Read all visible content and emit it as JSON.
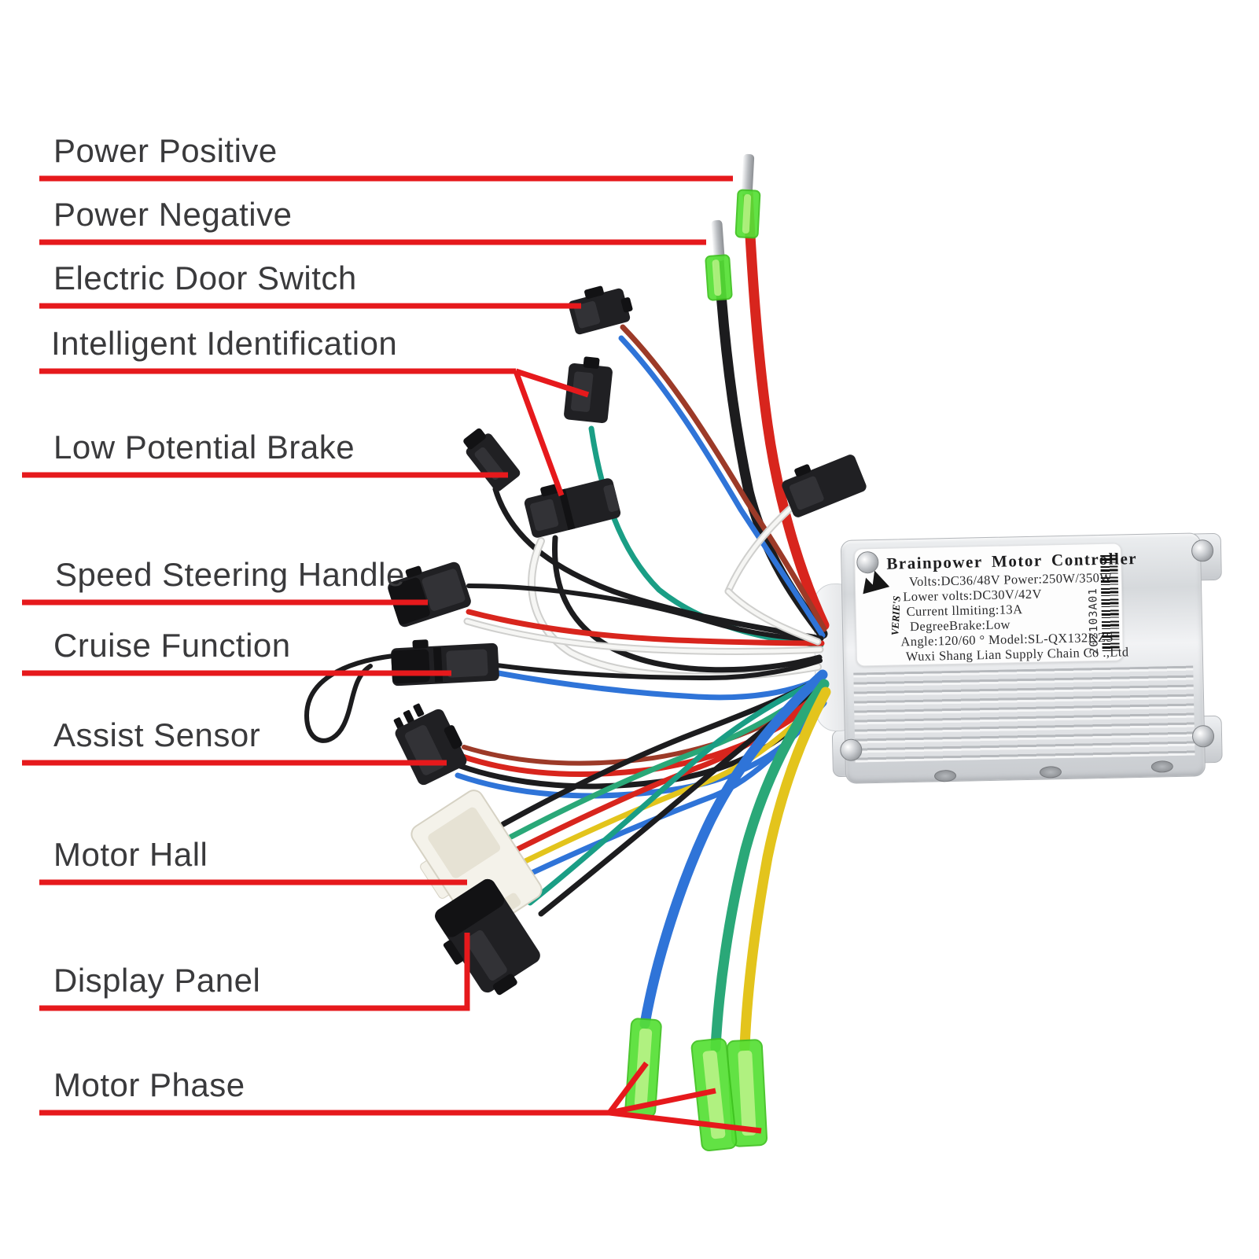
{
  "palette": {
    "accent_red": "#e6191c",
    "label_text": "#3a3a3c",
    "wire_red": "#d8251d",
    "wire_maroon": "#9c3a28",
    "wire_black": "#1c1c1e",
    "wire_white": "#f6f6f4",
    "wire_white_edge": "#cfcfcd",
    "wire_blue": "#2f74d8",
    "wire_teal": "#1a9e85",
    "wire_green": "#2aa878",
    "wire_yellow": "#e3c41c",
    "terminal_green": "#55e035",
    "terminal_green_dark": "#3ec21f",
    "terminal_green_light": "#b9f387",
    "connector_black": "#202023",
    "connector_dark": "#121214",
    "connector_light": "#323236",
    "molex_body": "#f4f2ea",
    "molex_shadow": "#e6e2d4"
  },
  "callouts": [
    {
      "id": "power-positive",
      "text": "Power Positive"
    },
    {
      "id": "power-negative",
      "text": "Power Negative"
    },
    {
      "id": "electric-door-switch",
      "text": "Electric Door Switch"
    },
    {
      "id": "intelligent-identification",
      "text": "Intelligent Identification"
    },
    {
      "id": "low-potential-brake",
      "text": "Low Potential Brake"
    },
    {
      "id": "speed-steering-handle",
      "text": "Speed Steering Handle"
    },
    {
      "id": "cruise-function",
      "text": "Cruise Function"
    },
    {
      "id": "assist-sensor",
      "text": "Assist Sensor"
    },
    {
      "id": "motor-hall",
      "text": "Motor Hall"
    },
    {
      "id": "display-panel",
      "text": "Display Panel"
    },
    {
      "id": "motor-phase",
      "text": "Motor Phase"
    }
  ],
  "controller": {
    "title": "Brainpower Motor Controller",
    "spec_lines": [
      "Volts:DC36/48V  Power:250W/350W",
      "Lower volts:DC30V/42V",
      "Current llmiting:13A",
      "DegreeBrake:Low",
      "Angle:120/60 ° Model:SL-QX132KZS",
      "Wuxi Shang Lian Supply Chain Co .,Ltd"
    ],
    "serial": "202103A01",
    "brand": "VERIE'S"
  }
}
